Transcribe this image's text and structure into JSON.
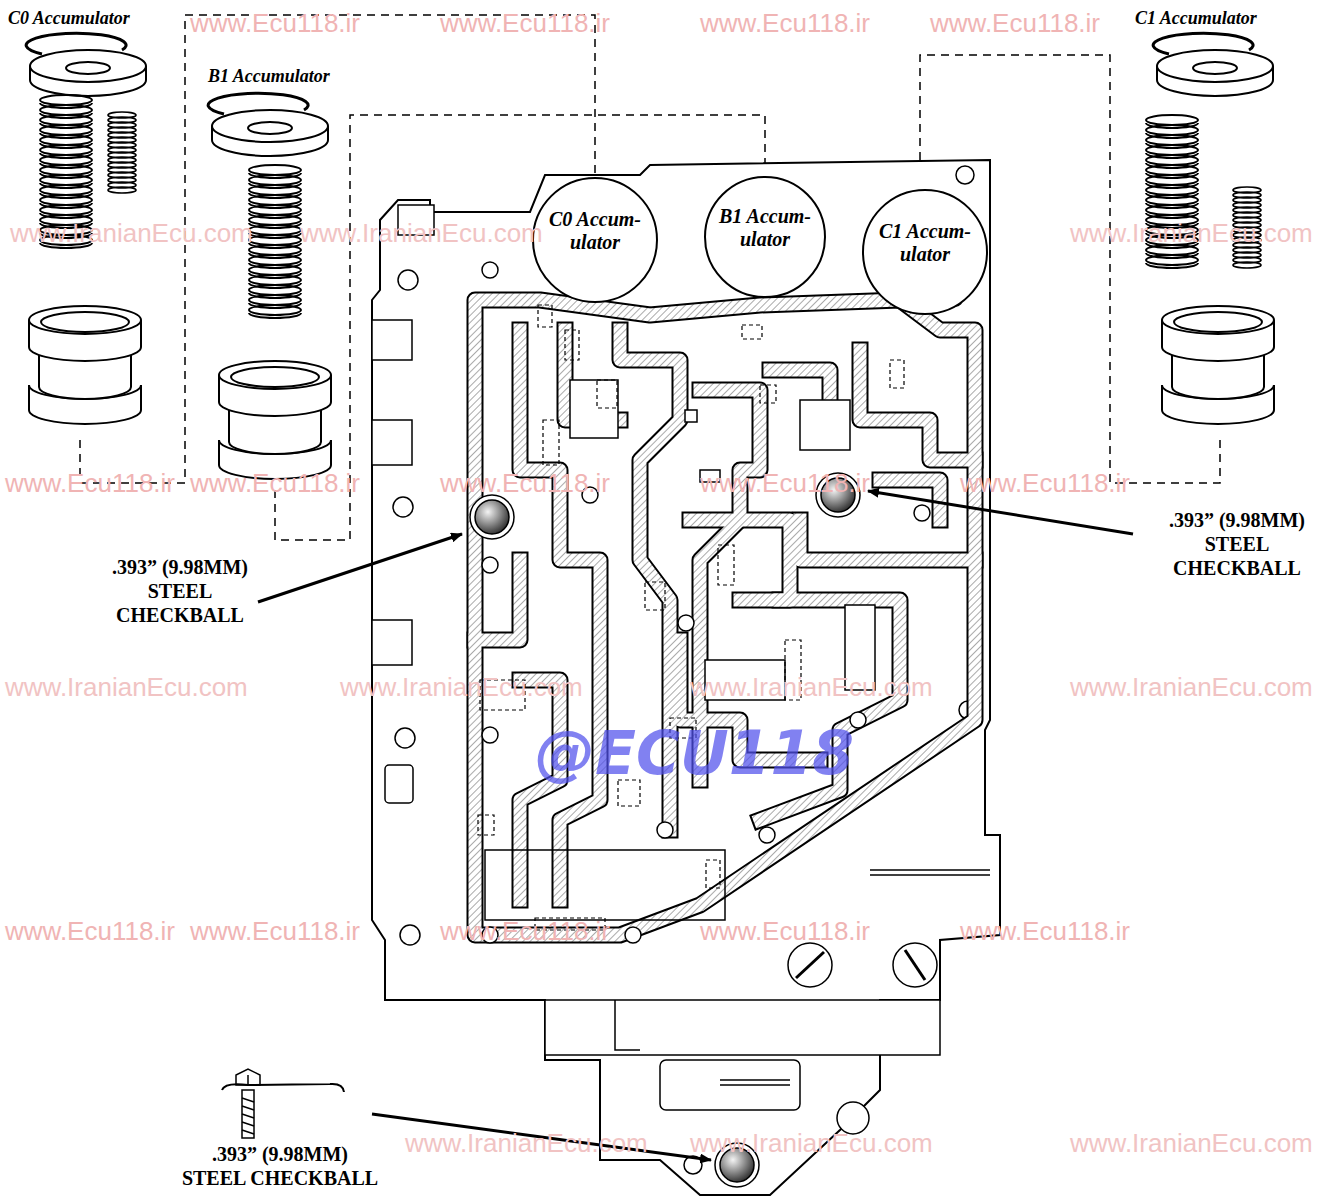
{
  "diagram": {
    "nodes": [
      {
        "text": [
          "C0 Accum- ulator"
        ]
      },
      {
        "text": [
          "B1 Accum- ulator"
        ]
      },
      {
        "text": [
          "C1 Accum- ulator"
        ]
      }
    ],
    "labels": [
      "C0 Accumulator",
      "B1 Accumulator",
      "C1 Accumulator",
      ".393” (9.98MM) STEEL CHECKBALL",
      ".393” (9.98MM) STEEL CHECKBALL",
      ".393” (9.98MM) STEEL CHECKBALL",
      "@ECU118",
      "www.Ecu118.ir",
      "www.Ecu118.ir",
      "www.Ecu118.ir",
      "www.Ecu118.ir",
      "www.IranianEcu.com",
      "www.IranianEcu.com",
      "www.IranianEcu.com",
      "www.Ecu118.ir",
      "www.Ecu118.ir",
      "www.Ecu118.ir",
      "www.Ecu118.ir",
      "www.Ecu118.ir",
      "www.IranianEcu.com",
      "www.IranianEcu.com",
      "www.IranianEcu.com",
      "www.IranianEcu.com",
      "www.Ecu118.ir",
      "www.Ecu118.ir",
      "www.Ecu118.ir",
      "www.Ecu118.ir",
      "www.Ecu118.ir",
      "www.IranianEcu.com",
      "www.IranianEcu.com",
      "www.IranianEcu.com"
    ]
  }
}
